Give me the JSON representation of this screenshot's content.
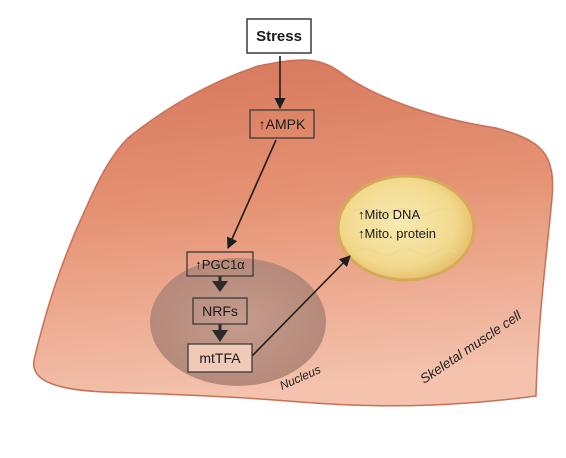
{
  "diagram": {
    "nodes": {
      "stress": "Stress",
      "ampk": "↑AMPK",
      "pgc1a": "↑PGC1α",
      "nrfs": "NRFs",
      "mttfa": "mtTFA"
    },
    "mitochondrion": {
      "line1": "↑Mito DNA",
      "line2": "↑Mito. protein"
    },
    "labels": {
      "nucleus": "Nucleus",
      "cell": "Skeletal muscle cell"
    }
  },
  "colors": {
    "cell_top": "#d9805f",
    "cell_bottom": "#f1b8a2",
    "nucleus": "#b88f82",
    "mito_outer": "#e6c370",
    "mito_inner": "#f6e6a6",
    "box_stroke": "#3a3a3a",
    "arrow": "#1e1e1e"
  }
}
